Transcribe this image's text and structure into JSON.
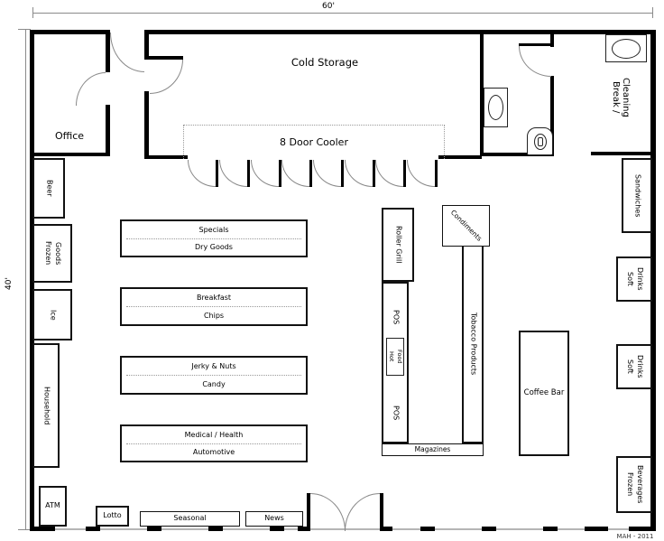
{
  "dimensions": {
    "width_label": "60'",
    "height_label": "40'"
  },
  "credit": "MAH - 2011",
  "rooms": {
    "office": "Office",
    "cold_storage": "Cold Storage",
    "door_cooler": "8 Door Cooler",
    "break_cleaning": "Break /\nCleaning"
  },
  "left_fixtures": {
    "beer": "Beer",
    "frozen_goods": "Frozen\nGoods",
    "ice": "Ice",
    "household": "Household",
    "atm": "ATM"
  },
  "front_fixtures": {
    "lotto": "Lotto",
    "seasonal": "Seasonal",
    "news": "News"
  },
  "shelves": [
    {
      "front": "Specials",
      "back": "Dry Goods"
    },
    {
      "front": "Breakfast",
      "back": "Chips"
    },
    {
      "front": "Jerky & Nuts",
      "back": "Candy"
    },
    {
      "front": "Medical / Health",
      "back": "Automotive"
    }
  ],
  "checkout": {
    "roller_grill": "Roller Grill",
    "pos_1": "POS",
    "hot_food": "Hot\nFood",
    "pos_2": "POS",
    "magazines": "Magazines",
    "tobacco": "Tobacco Products",
    "condiments": "Condiments"
  },
  "right_fixtures": {
    "sandwiches": "Sandwiches",
    "soft_drinks_1": "Soft\nDrinks",
    "soft_drinks_2": "Soft\nDrinks",
    "frozen_beverages": "Frozen\nBeverages"
  },
  "coffee_bar": "Coffee Bar"
}
